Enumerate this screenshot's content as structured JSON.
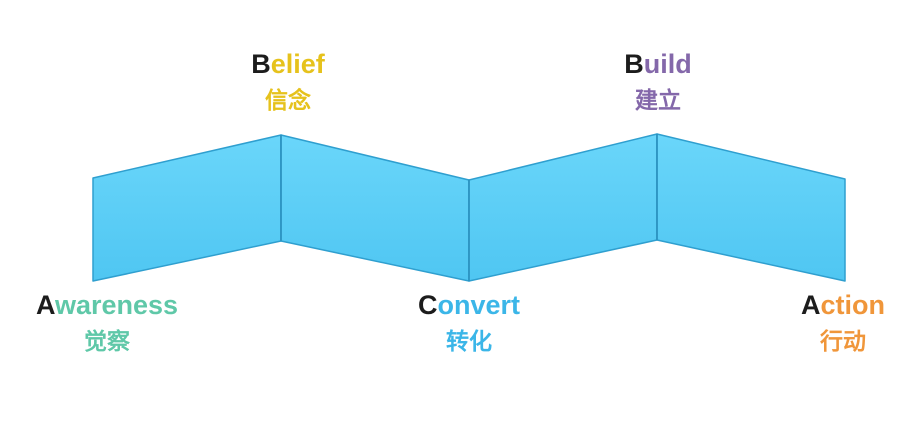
{
  "stages": [
    {
      "id": "awareness",
      "initial": "A",
      "rest": "wareness",
      "chinese": "觉察",
      "color": "#5fc8a8"
    },
    {
      "id": "belief",
      "initial": "B",
      "rest": "elief",
      "chinese": "信念",
      "color": "#e6c21c"
    },
    {
      "id": "convert",
      "initial": "C",
      "rest": "onvert",
      "chinese": "转化",
      "color": "#3bb6e8"
    },
    {
      "id": "build",
      "initial": "B",
      "rest": "uild",
      "chinese": "建立",
      "color": "#8468aa"
    },
    {
      "id": "action",
      "initial": "A",
      "rest": "ction",
      "chinese": "行动",
      "color": "#f0963a"
    }
  ],
  "ribbon_color": "#55ccf5",
  "ribbon_edge_color": "#2f9fcf"
}
